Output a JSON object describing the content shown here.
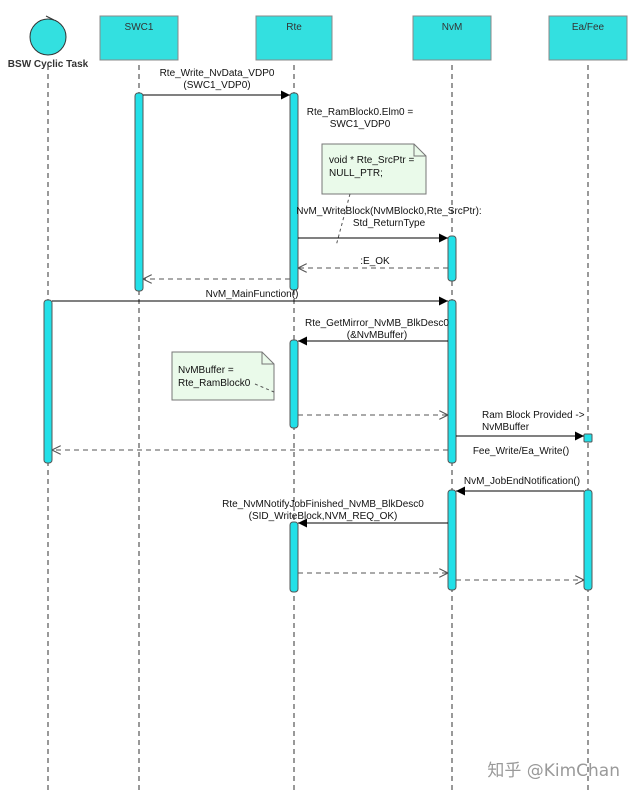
{
  "lifelines": [
    {
      "id": "bsw",
      "label": "BSW Cyclic Task",
      "kind": "actor"
    },
    {
      "id": "swc1",
      "label": "SWC1",
      "kind": "box"
    },
    {
      "id": "rte",
      "label": "Rte",
      "kind": "box"
    },
    {
      "id": "nvm",
      "label": "NvM",
      "kind": "box"
    },
    {
      "id": "eafee",
      "label": "Ea/Fee",
      "kind": "box"
    }
  ],
  "messages": [
    {
      "label_lines": [
        "Rte_Write_NvData_VDP0",
        "(SWC1_VDP0)"
      ],
      "style": "sync"
    },
    {
      "label_lines": [
        "Rte_RamBlock0.Elm0 =",
        "SWC1_VDP0"
      ],
      "style": "self"
    },
    {
      "label_lines": [
        "NvM_WriteBlock(NvMBlock0,Rte_SrcPtr):",
        "Std_ReturnType"
      ],
      "style": "sync"
    },
    {
      "label_lines": [
        ":E_OK"
      ],
      "style": "return"
    },
    {
      "label_lines": [],
      "style": "return"
    },
    {
      "label_lines": [
        "NvM_MainFunction()"
      ],
      "style": "sync"
    },
    {
      "label_lines": [
        "Rte_GetMirror_NvMB_BlkDesc0",
        "(&NvMBuffer)"
      ],
      "style": "sync"
    },
    {
      "label_lines": [],
      "style": "return"
    },
    {
      "label_lines": [
        "Ram Block Provided ->",
        "NvMBuffer"
      ],
      "style": "sync"
    },
    {
      "label_lines": [
        "Fee_Write/Ea_Write()"
      ],
      "style": "return"
    },
    {
      "label_lines": [
        "NvM_JobEndNotification()"
      ],
      "style": "sync"
    },
    {
      "label_lines": [
        "Rte_NvMNotifyJobFinished_NvMB_BlkDesc0",
        "(SID_WriteBlock,NVM_REQ_OK)"
      ],
      "style": "sync"
    },
    {
      "label_lines": [],
      "style": "return"
    },
    {
      "label_lines": [],
      "style": "return"
    }
  ],
  "notes": [
    {
      "lines": [
        "void * Rte_SrcPtr =",
        "NULL_PTR;"
      ]
    },
    {
      "lines": [
        "NvMBuffer =",
        "Rte_RamBlock0"
      ]
    }
  ],
  "watermark": "知乎 @KimChan",
  "colors": {
    "lifeline_box": "#33e0e0",
    "activation": "#22e0e8",
    "note_fill": "#eafaea",
    "line": "#000000",
    "dashed": "#555555"
  }
}
